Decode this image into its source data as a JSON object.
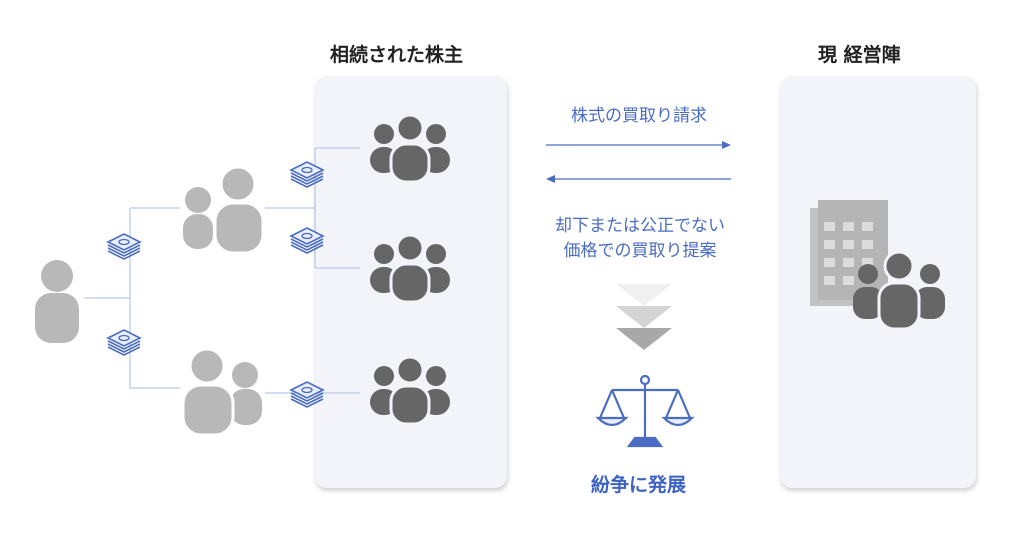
{
  "labels": {
    "inherited_shareholders": "相続された株主",
    "current_management": "現 経営陣",
    "request": "株式の買取り請求",
    "response_line1": "却下または公正でない",
    "response_line2": "価格での買取り提案",
    "outcome": "紛争に発展"
  },
  "colors": {
    "accent": "#4a6cc2",
    "person_light": "#b8b8b8",
    "person_dark": "#666666",
    "panel": "#f2f4f9",
    "line": "#a9bbe0"
  },
  "icons": {
    "money": "money-stack-icon",
    "people": "people-group-icon",
    "building": "building-icon",
    "scale": "scale-icon",
    "down": "chevron-down-icon"
  }
}
